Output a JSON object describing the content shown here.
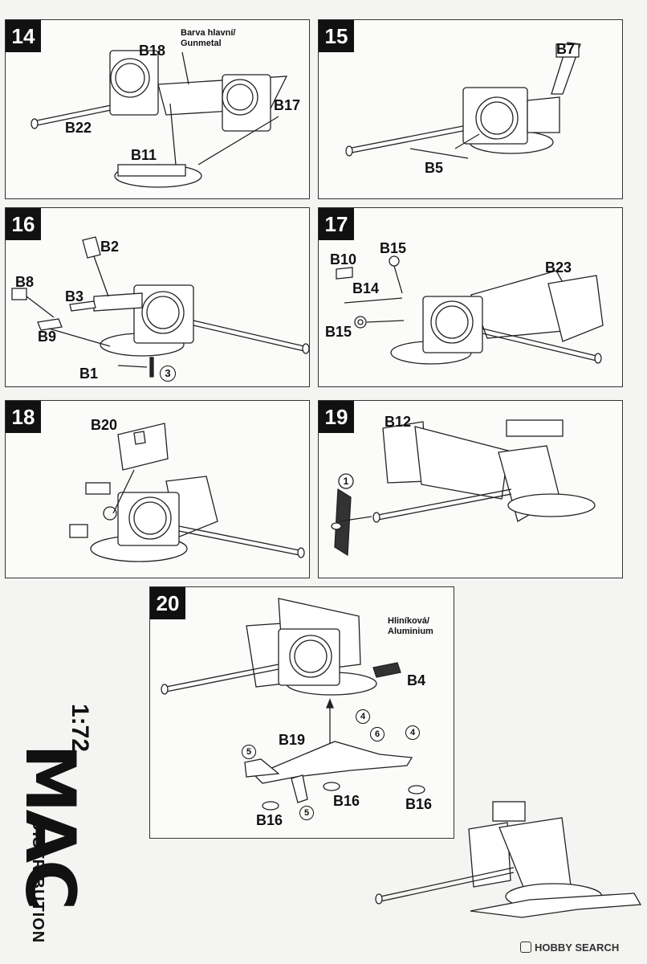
{
  "steps": [
    {
      "number": "14",
      "labels": [
        "B18",
        "B22",
        "B17",
        "B11"
      ],
      "note": "Barva hlavní/\nGunmetal"
    },
    {
      "number": "15",
      "labels": [
        "B7",
        "B5"
      ]
    },
    {
      "number": "16",
      "labels": [
        "B2",
        "B8",
        "B3",
        "B9",
        "B1"
      ],
      "callouts": [
        "3"
      ]
    },
    {
      "number": "17",
      "labels": [
        "B10",
        "B15",
        "B14",
        "B23",
        "B15"
      ]
    },
    {
      "number": "18",
      "labels": [
        "B20"
      ]
    },
    {
      "number": "19",
      "labels": [
        "B12"
      ],
      "callouts": [
        "1"
      ]
    },
    {
      "number": "20",
      "labels": [
        "B4",
        "B19",
        "B16",
        "B16",
        "B16"
      ],
      "note": "Hliníková/\nAluminium",
      "callouts": [
        "4",
        "6",
        "4",
        "5",
        "5"
      ]
    }
  ],
  "brand": {
    "scale": "1:72",
    "name": "MAC",
    "sub": "DISTRIBUTION"
  },
  "watermark": "HOBBY SEARCH"
}
